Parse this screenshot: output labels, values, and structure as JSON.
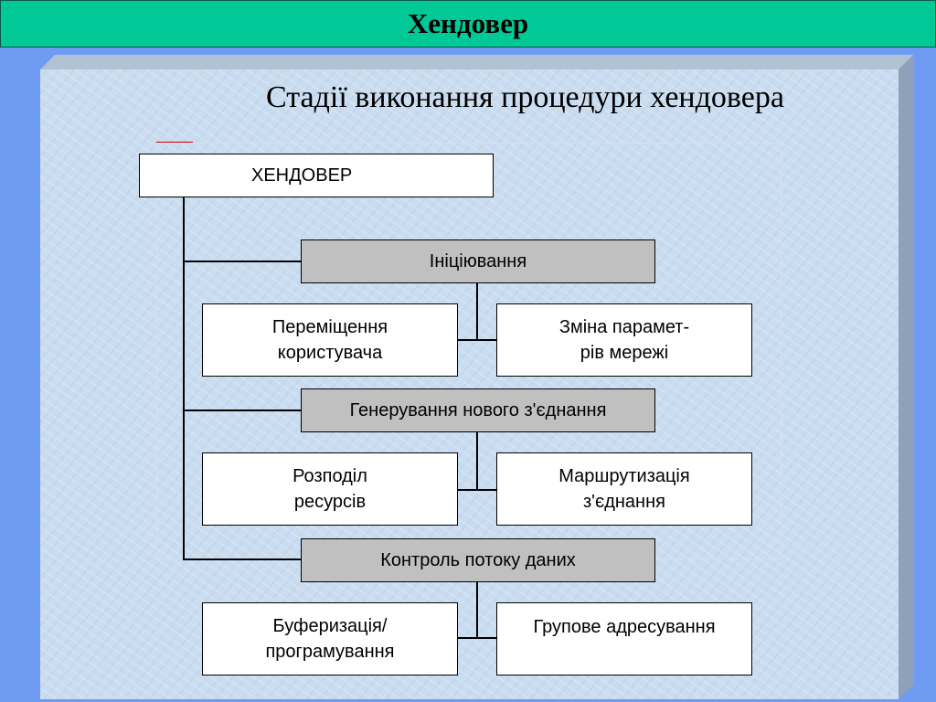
{
  "header": {
    "title": "Хендовер"
  },
  "slide": {
    "title": "Стадії виконання процедури хендовера"
  },
  "diagram": {
    "root": "ХЕНДОВЕР",
    "stages": [
      {
        "label": "Ініціювання",
        "children": [
          "Переміщення\nкористувача",
          "Зміна парамет-\nрів мережі"
        ]
      },
      {
        "label": "Генерування нового з'єднання",
        "children": [
          "Розподіл\nресурсів",
          "Маршрутизація\nз'єднання"
        ]
      },
      {
        "label": "Контроль потоку даних",
        "children": [
          "Буферизація/\nпрограмування",
          "Групове адресування"
        ]
      }
    ]
  }
}
